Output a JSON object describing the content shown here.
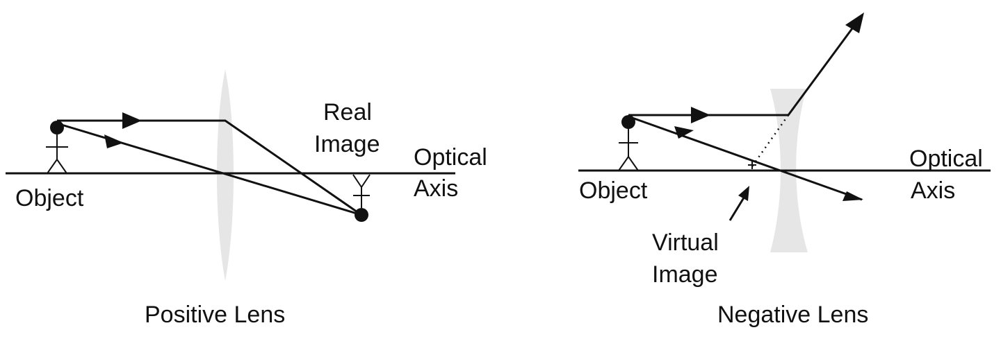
{
  "positive_lens": {
    "object_label": "Object",
    "image_label_line1": "Real",
    "image_label_line2": "Image",
    "axis_label_line1": "Optical",
    "axis_label_line2": "Axis",
    "caption": "Positive Lens"
  },
  "negative_lens": {
    "object_label": "Object",
    "image_label_line1": "Virtual",
    "image_label_line2": "Image",
    "axis_label_line1": "Optical",
    "axis_label_line2": "Axis",
    "caption": "Negative Lens"
  },
  "colors": {
    "ink": "#111111",
    "lens": "#e6e6e6"
  }
}
